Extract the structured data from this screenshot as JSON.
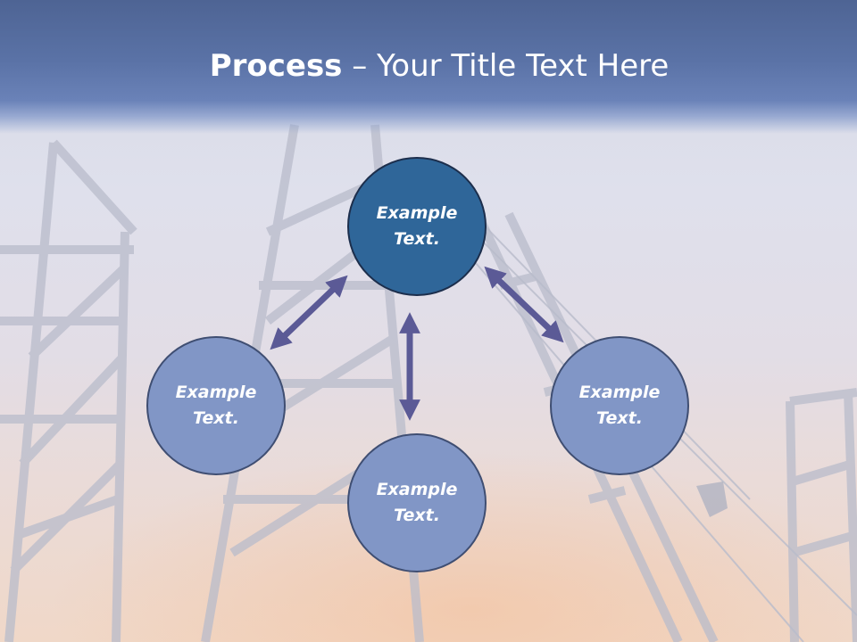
{
  "slide": {
    "title_bold": "Process",
    "title_rest": " – Your Title Text Here"
  },
  "nodes": [
    {
      "label": "Example Text."
    },
    {
      "label": "Example Text."
    },
    {
      "label": "Example Text."
    },
    {
      "label": "Example Text."
    }
  ],
  "colors": {
    "title_band": "#5a72a6",
    "top_node": "#2f6699",
    "side_node": "#8196c6",
    "arrow": "#5b5a96"
  }
}
